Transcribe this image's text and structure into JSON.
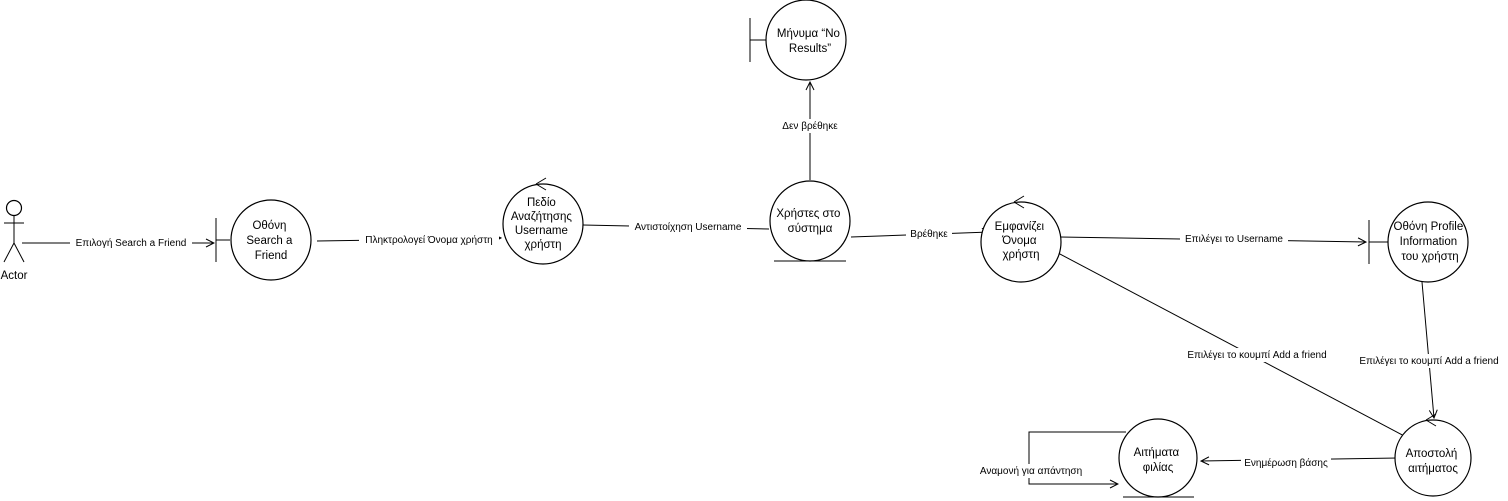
{
  "diagram": {
    "actor": {
      "label": "Actor"
    },
    "nodes": {
      "search_screen": {
        "lines": [
          "Οθόνη",
          "Search a",
          "Friend"
        ],
        "kind": "boundary"
      },
      "search_field": {
        "lines": [
          "Πεδίο",
          "Αναζήτησης",
          "Username",
          "χρήστη"
        ],
        "kind": "control"
      },
      "users_system": {
        "lines": [
          "Χρήστες στο",
          "σύστημα"
        ],
        "kind": "entity"
      },
      "no_results": {
        "lines": [
          "Μήνυμα “No",
          "Results”"
        ],
        "kind": "boundary"
      },
      "show_username": {
        "lines": [
          "Εμφανίζει",
          "Όνομα",
          "χρήστη"
        ],
        "kind": "control"
      },
      "profile_screen": {
        "lines": [
          "Οθόνη Profile",
          "Information",
          "του χρήστη"
        ],
        "kind": "boundary"
      },
      "send_request": {
        "lines": [
          "Αποστολή",
          "αιτήματος"
        ],
        "kind": "control"
      },
      "friend_requests": {
        "lines": [
          "Αιτήματα",
          "φιλίας"
        ],
        "kind": "entity"
      }
    },
    "edges": {
      "select_search": "Επιλογή Search a Friend",
      "type_username": "Πληκτρολογεί Όνομα χρήστη",
      "match_username": "Αντιστοίχηση Username",
      "not_found": "Δεν βρέθηκε",
      "found": "Βρέθηκε",
      "select_username": "Επιλέγει το Username",
      "add_friend_from_list": "Επιλέγει το κουμπί Add a friend",
      "add_friend_from_profile": "Επιλέγει το κουμπί Add a friend",
      "update_db": "Ενημέρωση βάσης",
      "wait_reply": "Αναμονή για απάντηση"
    }
  }
}
